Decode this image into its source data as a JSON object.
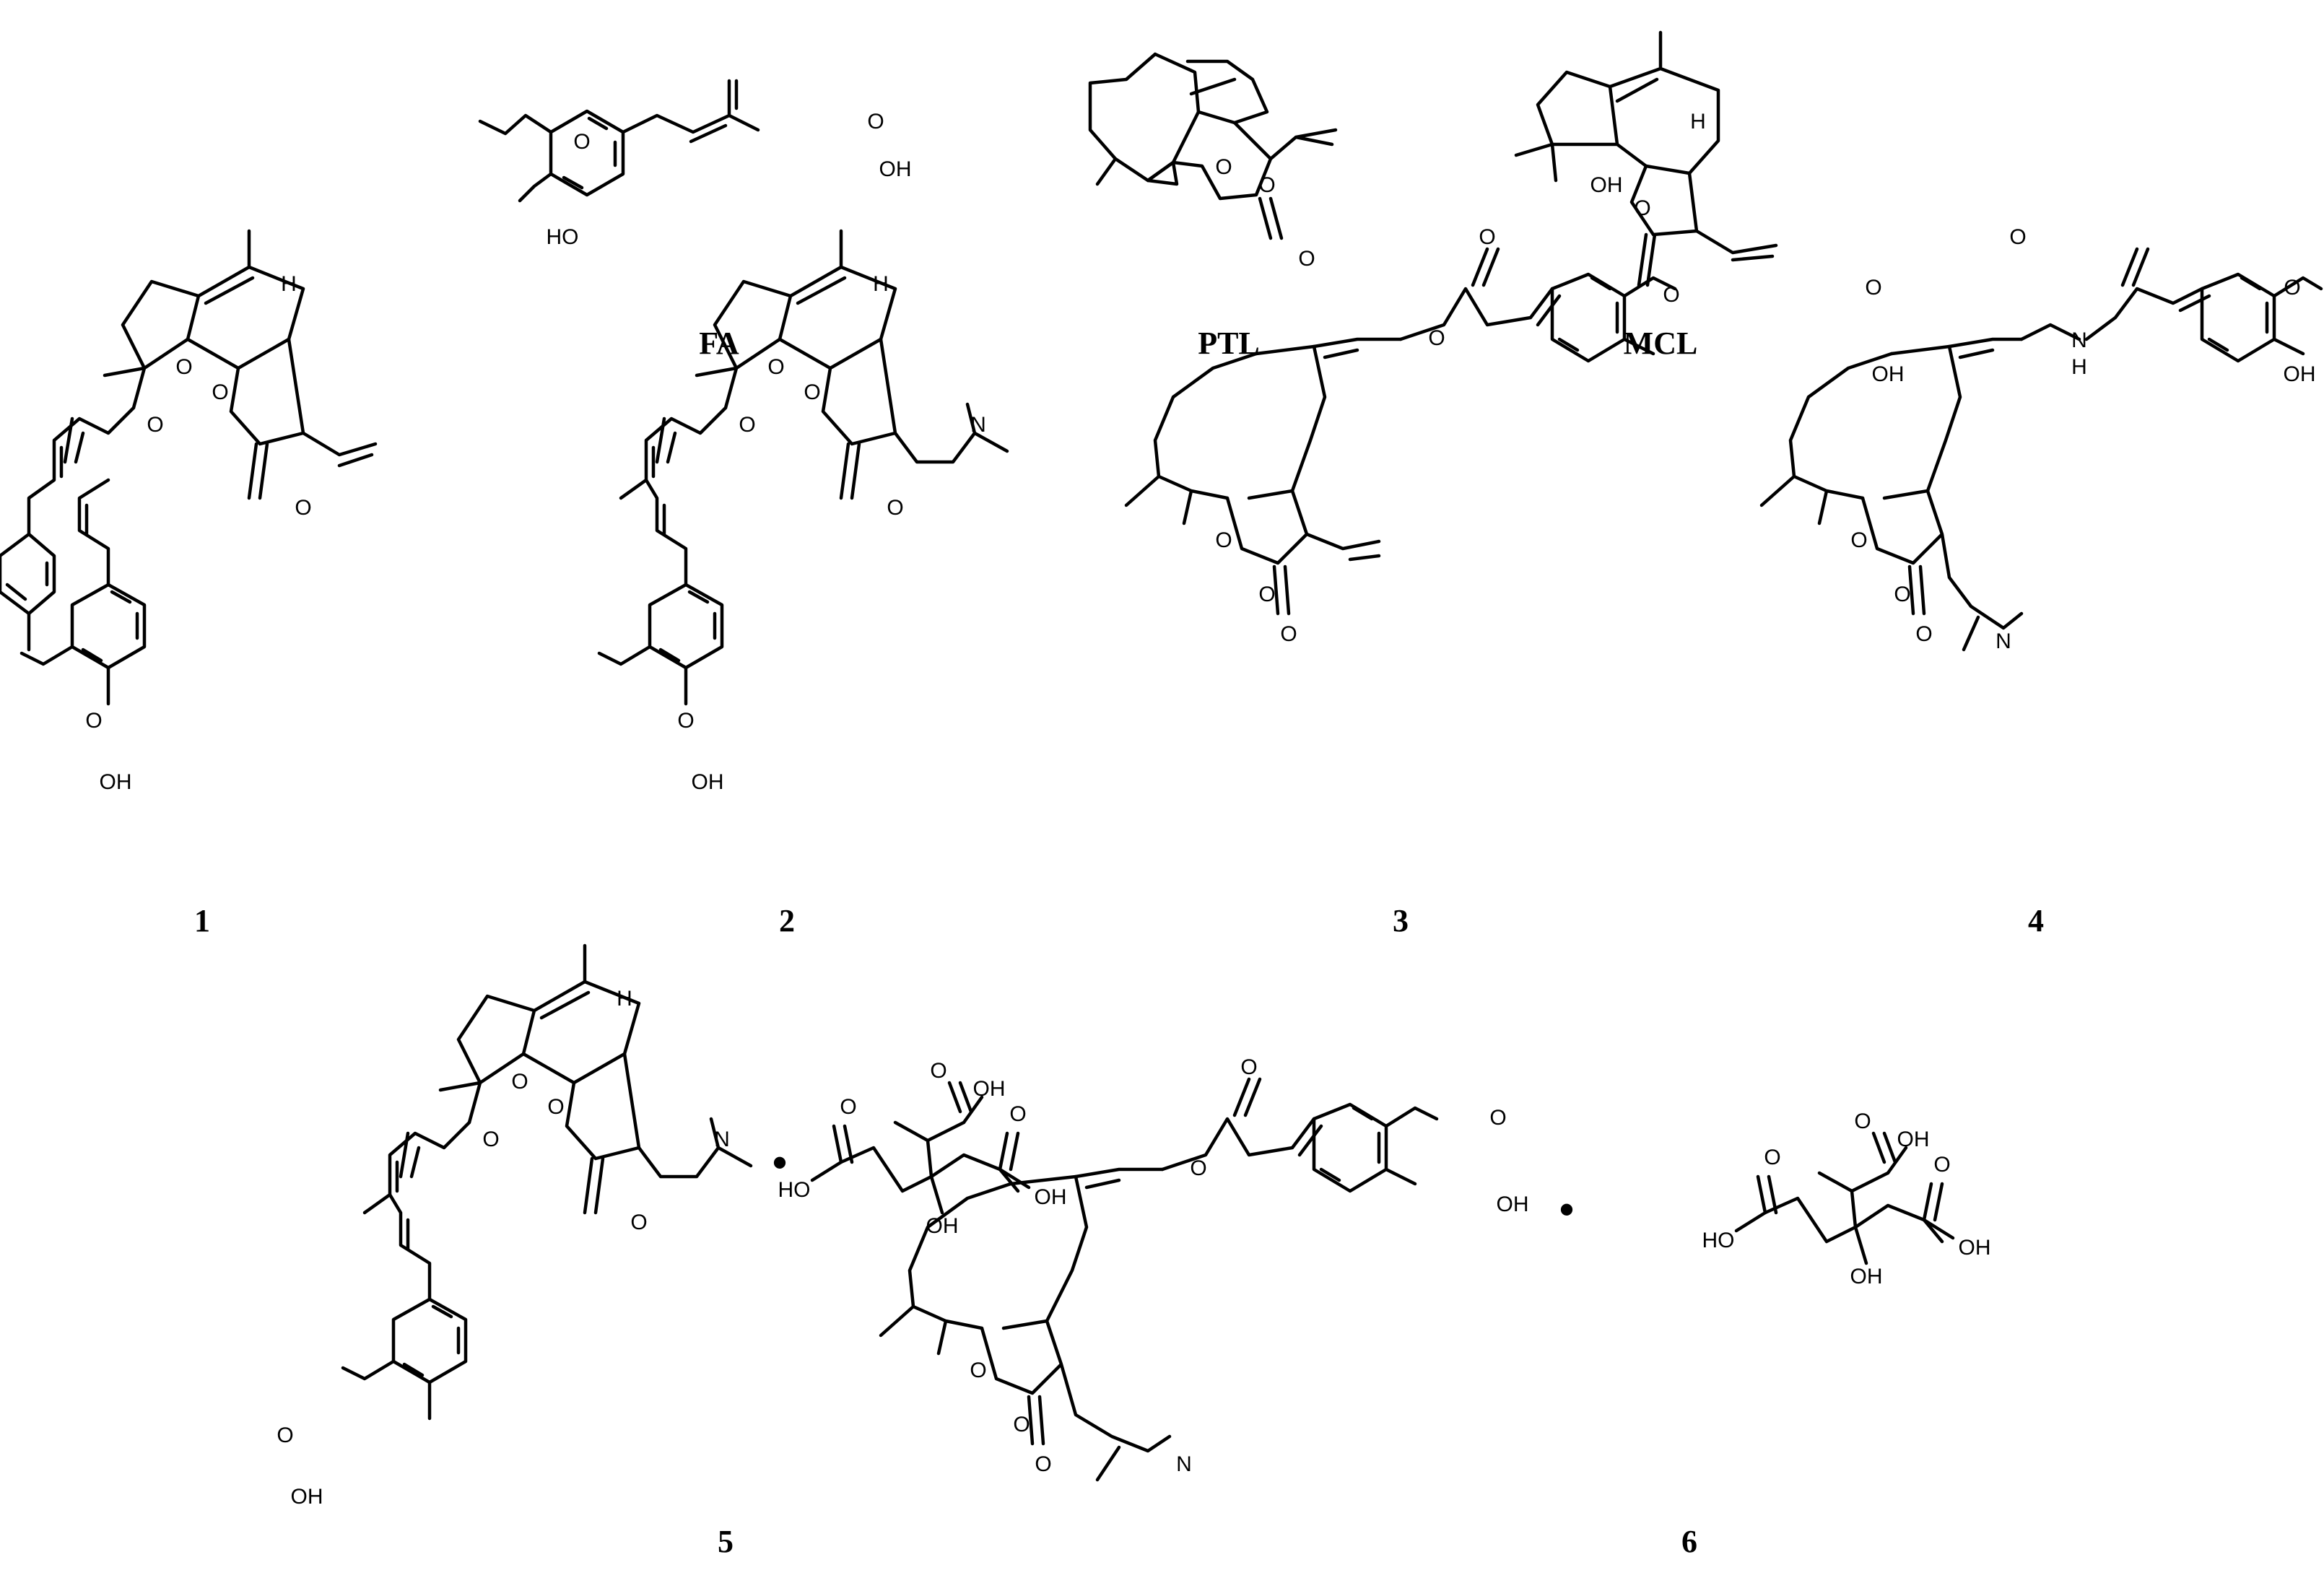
{
  "captions": {
    "fa": "FA",
    "ptl": "PTL",
    "mcl": "MCL",
    "c1": "1",
    "c2": "2",
    "c3": "3",
    "c4": "4",
    "c5": "5",
    "c6": "6"
  },
  "atoms": {
    "o": "O",
    "oh": "OH",
    "ho": "HO",
    "h": "H",
    "n": "N",
    "nh": "N",
    "nh_h": "H",
    "salt_dot": "•"
  }
}
